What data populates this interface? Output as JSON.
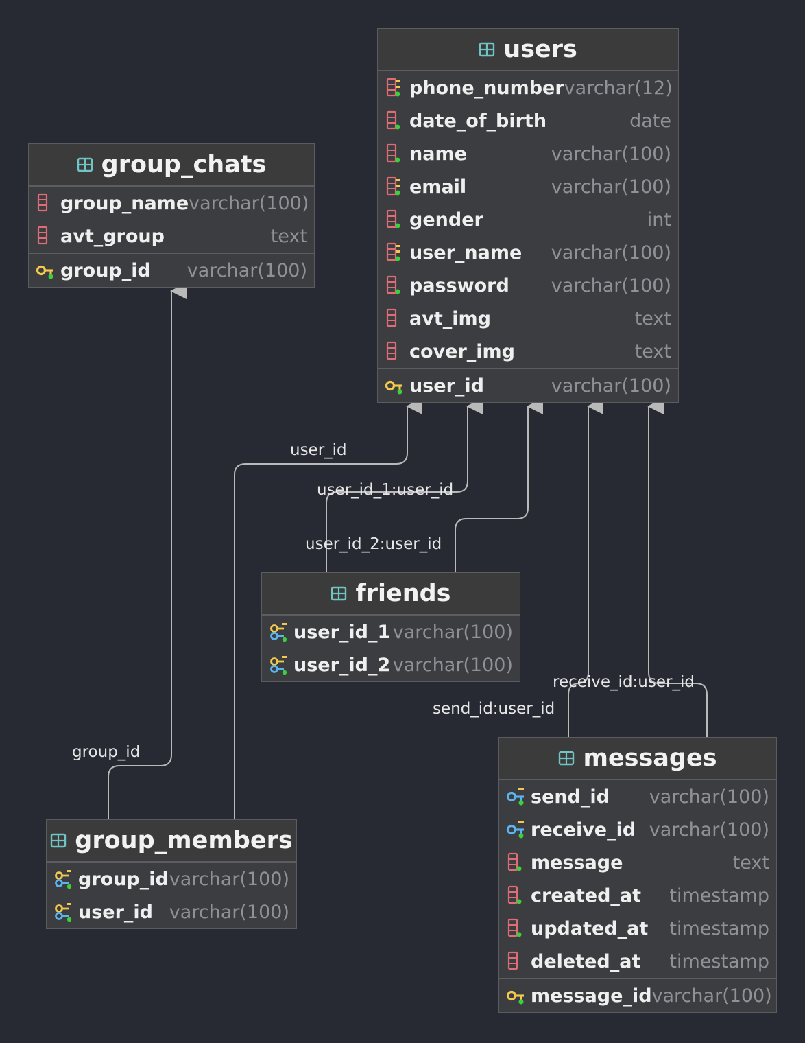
{
  "colors": {
    "background": "#282a33",
    "edge": "#b9b9b9",
    "table_icon": "#6fc4c4",
    "column_icon": "#e06c75",
    "key_yellow": "#f2c94c",
    "key_blue": "#5bb4ee",
    "key_dot": "#3bd13b"
  },
  "tables": {
    "users": {
      "name": "users",
      "icon": "table-icon",
      "columns": [
        {
          "name": "phone_number",
          "type": "varchar(12)",
          "icon": "indexed-column-icon"
        },
        {
          "name": "date_of_birth",
          "type": "date",
          "icon": "not-null-column-icon"
        },
        {
          "name": "name",
          "type": "varchar(100)",
          "icon": "not-null-column-icon"
        },
        {
          "name": "email",
          "type": "varchar(100)",
          "icon": "indexed-column-icon"
        },
        {
          "name": "gender",
          "type": "int",
          "icon": "not-null-column-icon"
        },
        {
          "name": "user_name",
          "type": "varchar(100)",
          "icon": "indexed-column-icon"
        },
        {
          "name": "password",
          "type": "varchar(100)",
          "icon": "not-null-column-icon"
        },
        {
          "name": "avt_img",
          "type": "text",
          "icon": "column-icon"
        },
        {
          "name": "cover_img",
          "type": "text",
          "icon": "column-icon"
        }
      ],
      "keys": [
        {
          "name": "user_id",
          "type": "varchar(100)",
          "icon": "primary-key-icon"
        }
      ]
    },
    "group_chats": {
      "name": "group_chats",
      "icon": "table-icon",
      "columns": [
        {
          "name": "group_name",
          "type": "varchar(100)",
          "icon": "column-icon"
        },
        {
          "name": "avt_group",
          "type": "text",
          "icon": "column-icon"
        }
      ],
      "keys": [
        {
          "name": "group_id",
          "type": "varchar(100)",
          "icon": "primary-key-icon"
        }
      ]
    },
    "friends": {
      "name": "friends",
      "icon": "table-icon",
      "columns": [
        {
          "name": "user_id_1",
          "type": "varchar(100)",
          "icon": "primary-foreign-key-icon"
        },
        {
          "name": "user_id_2",
          "type": "varchar(100)",
          "icon": "primary-foreign-key-icon"
        }
      ],
      "keys": []
    },
    "group_members": {
      "name": "group_members",
      "icon": "table-icon",
      "columns": [
        {
          "name": "group_id",
          "type": "varchar(100)",
          "icon": "primary-foreign-key-icon"
        },
        {
          "name": "user_id",
          "type": "varchar(100)",
          "icon": "primary-foreign-key-icon"
        }
      ],
      "keys": []
    },
    "messages": {
      "name": "messages",
      "icon": "table-icon",
      "columns": [
        {
          "name": "send_id",
          "type": "varchar(100)",
          "icon": "foreign-key-icon"
        },
        {
          "name": "receive_id",
          "type": "varchar(100)",
          "icon": "foreign-key-icon"
        },
        {
          "name": "message",
          "type": "text",
          "icon": "not-null-column-icon"
        },
        {
          "name": "created_at",
          "type": "timestamp",
          "icon": "not-null-column-icon"
        },
        {
          "name": "updated_at",
          "type": "timestamp",
          "icon": "not-null-column-icon"
        },
        {
          "name": "deleted_at",
          "type": "timestamp",
          "icon": "column-icon"
        }
      ],
      "keys": [
        {
          "name": "message_id",
          "type": "varchar(100)",
          "icon": "primary-key-icon"
        }
      ]
    }
  },
  "relationships": [
    {
      "id": "gm-user",
      "label": "user_id",
      "from": "group_members",
      "to": "users"
    },
    {
      "id": "fr-user1",
      "label": "user_id_1:user_id",
      "from": "friends",
      "to": "users"
    },
    {
      "id": "fr-user2",
      "label": "user_id_2:user_id",
      "from": "friends",
      "to": "users"
    },
    {
      "id": "msg-send",
      "label": "send_id:user_id",
      "from": "messages",
      "to": "users"
    },
    {
      "id": "msg-recv",
      "label": "receive_id:user_id",
      "from": "messages",
      "to": "users"
    },
    {
      "id": "gm-group",
      "label": "group_id",
      "from": "group_members",
      "to": "group_chats"
    }
  ]
}
